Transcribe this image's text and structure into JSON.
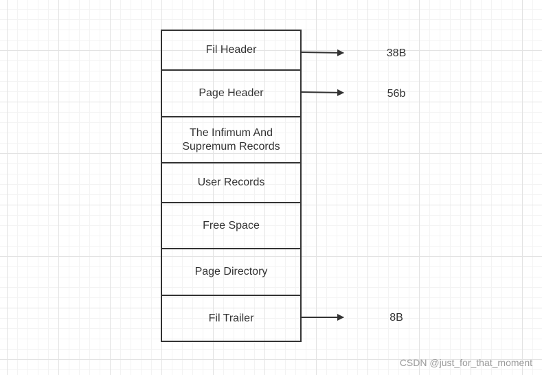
{
  "segments": [
    {
      "label": "Fil Header",
      "size": "38B"
    },
    {
      "label": "Page Header",
      "size": "56b"
    },
    {
      "label": "The Infimum And\nSupremum Records",
      "size": ""
    },
    {
      "label": "User Records",
      "size": ""
    },
    {
      "label": "Free Space",
      "size": ""
    },
    {
      "label": "Page Directory",
      "size": ""
    },
    {
      "label": "Fil Trailer",
      "size": "8B"
    }
  ],
  "watermark": "CSDN @just_for_that_moment",
  "colors": {
    "stroke": "#333333",
    "text": "#333333",
    "grid_major": "#e3e3e3",
    "grid_minor": "#f3f3f3",
    "watermark": "#999999"
  }
}
